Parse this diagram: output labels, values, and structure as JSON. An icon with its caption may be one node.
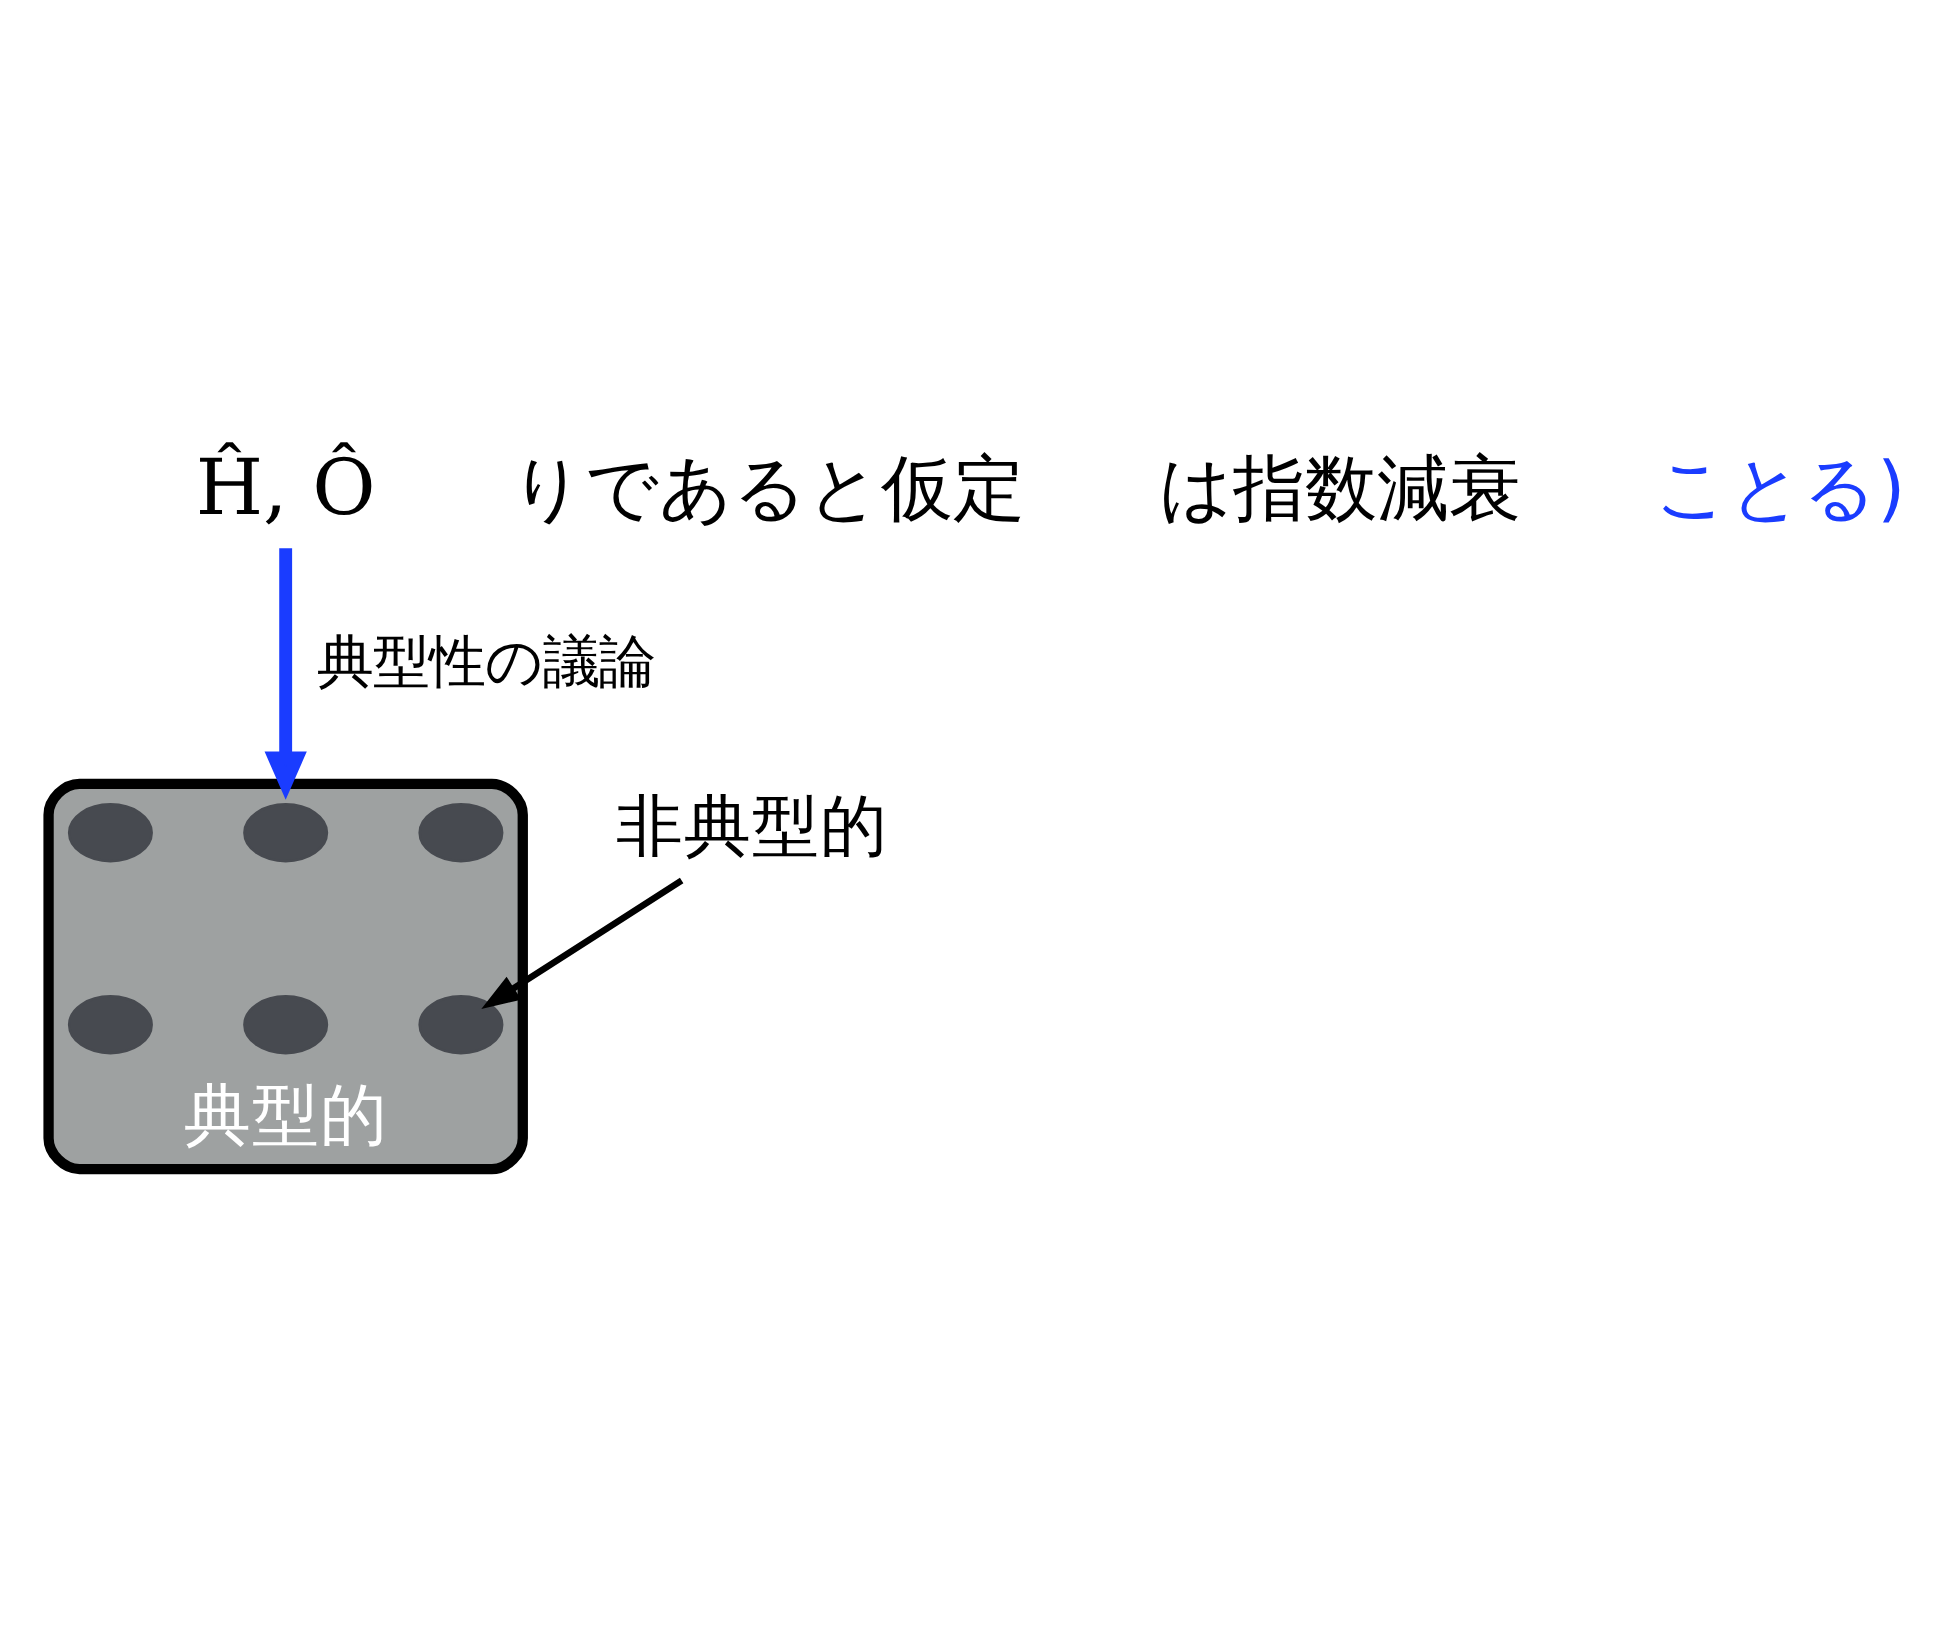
{
  "diagram": {
    "nodes": [
      {
        "text": [
          "Ĥ, Ô"
        ]
      },
      {
        "text": [
          "典型的"
        ]
      },
      {
        "text": [],
        "shape": "circle",
        "in": 1
      },
      {
        "text": [],
        "shape": "circle",
        "in": 1
      },
      {
        "text": [],
        "shape": "circle",
        "in": 1
      },
      {
        "text": [],
        "shape": "circle",
        "in": 1
      },
      {
        "text": [],
        "shape": "circle",
        "in": 1
      },
      {
        "text": [],
        "shape": "circle",
        "in": 1
      },
      {
        "text": [
          "非典型的"
        ]
      }
    ],
    "edges": [
      {
        "from": 0,
        "to": 1,
        "arrow": "to",
        "label": "典型性の議論",
        "style": "thick",
        "color": "#1a3cff"
      },
      {
        "from": 8,
        "to": 6,
        "arrow": "to",
        "color": "#000000"
      }
    ],
    "labels": [
      "りであると仮定",
      "は指数減衰",
      "ことる)"
    ]
  }
}
